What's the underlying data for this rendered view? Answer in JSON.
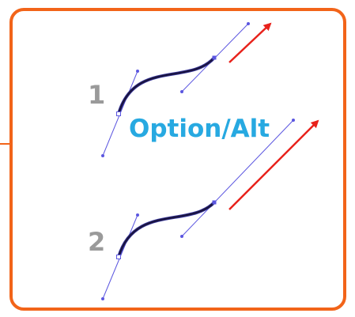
{
  "modifier_label": "Option/Alt",
  "steps": [
    {
      "number": "1"
    },
    {
      "number": "2"
    }
  ],
  "colors": {
    "frame_border": "#f26419",
    "curve": "#1a1440",
    "handle_line": "#5b56e0",
    "anchor_point": "#5b56e0",
    "arrow": "#e8221b",
    "step_number": "#9a9a9a",
    "modifier_label": "#27a9e1"
  }
}
